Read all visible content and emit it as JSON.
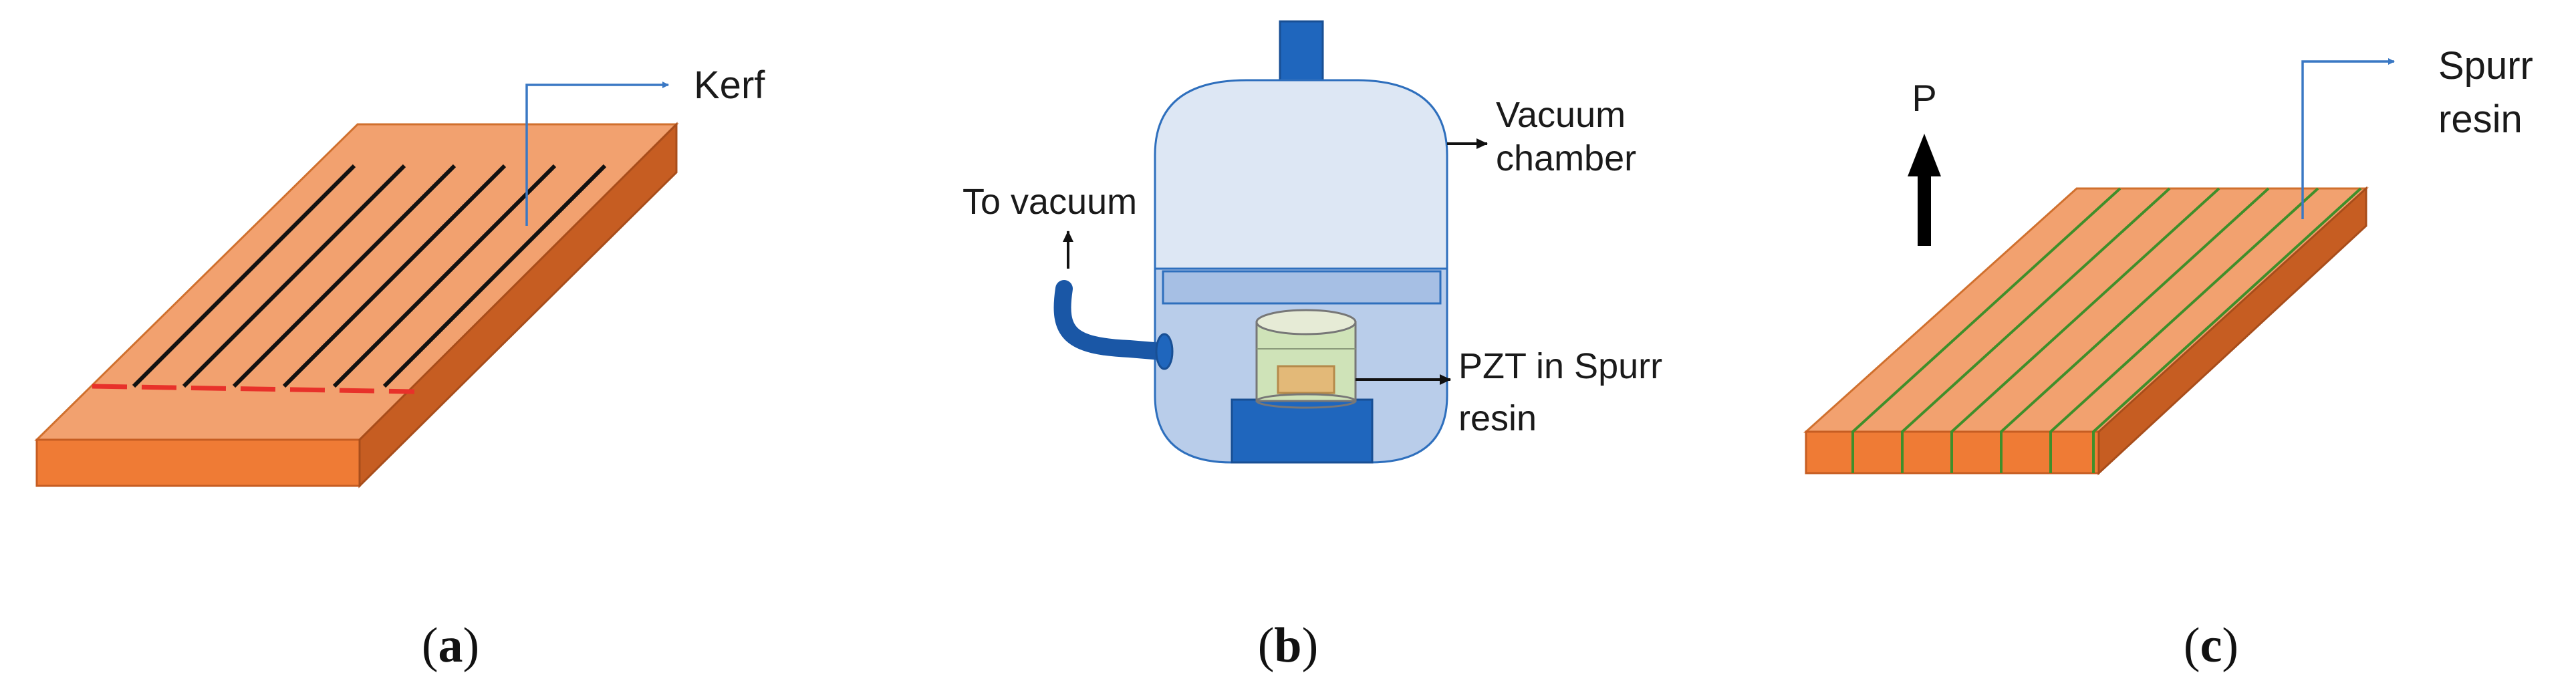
{
  "panels": {
    "a": {
      "caption_open": "(",
      "caption_letter": "a",
      "caption_close": ")",
      "kerf_label": "Kerf",
      "colors": {
        "top": "#f2a16f",
        "front": "#ef7b35",
        "side": "#c65d22",
        "kerf": "#111111",
        "dash": "#e8312a",
        "leader": "#3a78c4"
      }
    },
    "b": {
      "caption_open": "(",
      "caption_letter": "b",
      "caption_close": ")",
      "to_vacuum_label": "To vacuum",
      "vacuum_chamber_line1": "Vacuum",
      "vacuum_chamber_line2": "chamber",
      "pzt_line1": "PZT in Spurr",
      "pzt_line2": "resin",
      "colors": {
        "chamber_upper": "#dde7f4",
        "chamber_lower": "#b9cdea",
        "chamber_stroke": "#2e6fbd",
        "blue_dark": "#1f66bd",
        "hose": "#1a57a6",
        "cup_resin": "#cfe3b8",
        "pzt": "#e3b978"
      }
    },
    "c": {
      "caption_open": "(",
      "caption_letter": "c",
      "caption_close": ")",
      "poling_label": "P",
      "spurr_line1": "Spurr",
      "spurr_line2": "resin",
      "colors": {
        "top": "#f2a16f",
        "front": "#ef7b35",
        "side": "#c65d22",
        "resin_line": "#3f8f2a",
        "leader": "#3a78c4"
      }
    }
  }
}
